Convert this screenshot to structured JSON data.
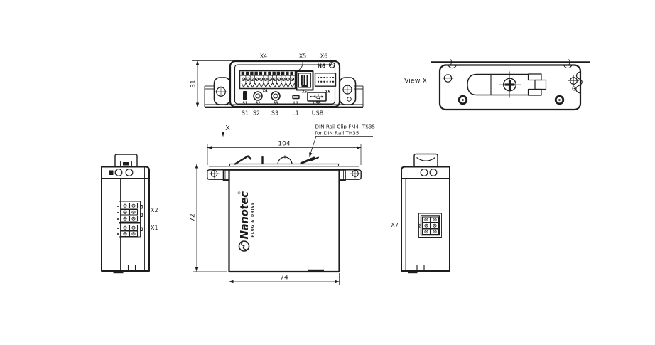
{
  "colors": {
    "line": "#1d1d1d",
    "background": "#ffffff"
  },
  "top_view": {
    "dim_height": "31",
    "marking": "N6",
    "connector_callouts": {
      "x4": "X4",
      "x5": "X5",
      "x6": "X6"
    },
    "printed_labels": {
      "x4": "X4",
      "x5": "X5",
      "x6": "X6",
      "s1": "S1",
      "s2": "S2",
      "s3": "S3",
      "l1": "L1",
      "usb": "USB"
    },
    "callout_labels": {
      "s1": "S1",
      "s2": "S2",
      "s3": "S3",
      "l1": "L1",
      "usb": "USB"
    }
  },
  "view_x": {
    "title": "View X"
  },
  "front_view": {
    "view_arrow_label": "X",
    "dim_overall_width": "104",
    "dim_height": "72",
    "dim_body_width": "74",
    "din_note_line1": "DIN Rail Clip FM4- TS35",
    "din_note_line2": "for DIN Rail TH35",
    "logo": {
      "brand": "Nanotec",
      "registered": "®",
      "tagline": "PLUG & DRIVE"
    }
  },
  "left_view": {
    "connector_x2": "X2",
    "connector_x1": "X1"
  },
  "right_view": {
    "connector_x7": "X7",
    "printed_x7": "X7"
  }
}
